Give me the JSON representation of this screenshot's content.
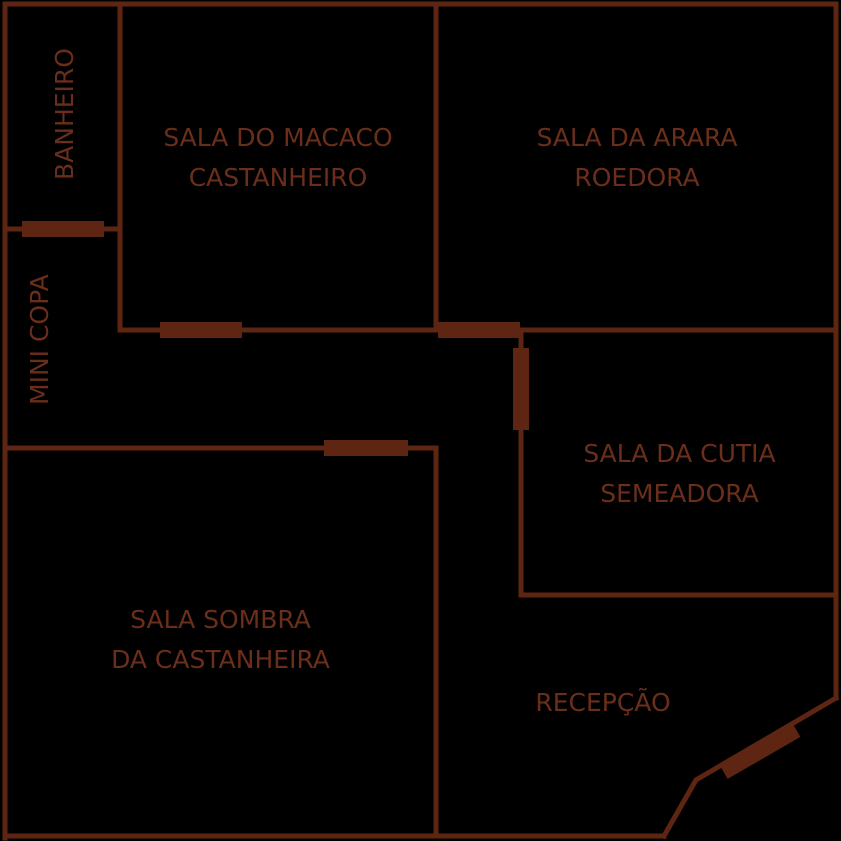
{
  "colors": {
    "background": "#000000",
    "walls": "#5e2612",
    "text": "#6b2e1a"
  },
  "rooms": {
    "banheiro": {
      "label": "BANHEIRO"
    },
    "mini_copa": {
      "label": "MINI COPA"
    },
    "macaco": {
      "line1": "SALA DO MACACO",
      "line2": "CASTANHEIRO"
    },
    "arara": {
      "line1": "SALA DA ARARA",
      "line2": "ROEDORA"
    },
    "cutia": {
      "line1": "SALA DA CUTIA",
      "line2": "SEMEADORA"
    },
    "sombra": {
      "line1": "SALA SOMBRA",
      "line2": "DA CASTANHEIRA"
    },
    "recepcao": {
      "label": "RECEPÇÃO"
    }
  }
}
